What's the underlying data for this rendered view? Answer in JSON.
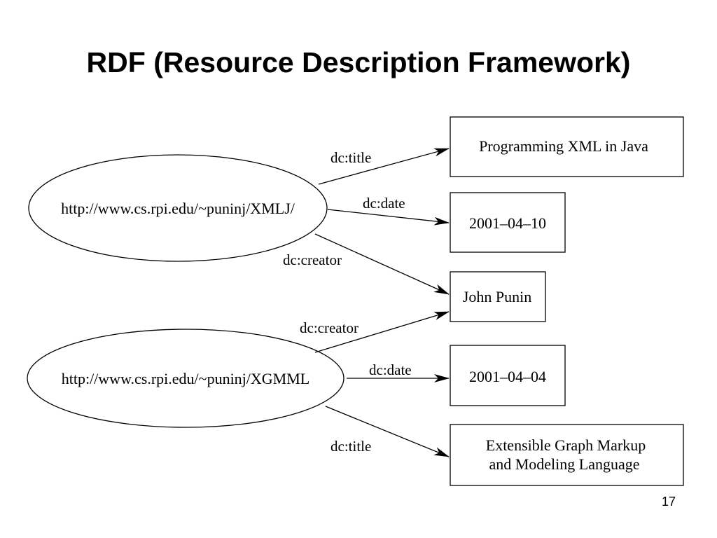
{
  "slide": {
    "title": "RDF (Resource Description Framework)",
    "page_number": "17"
  },
  "resources": [
    {
      "uri": "http://www.cs.rpi.edu/~puninj/XMLJ/"
    },
    {
      "uri": "http://www.cs.rpi.edu/~puninj/XGMML"
    }
  ],
  "values": [
    {
      "lines": [
        "Programming XML in Java"
      ]
    },
    {
      "lines": [
        "2001–04–10"
      ]
    },
    {
      "lines": [
        "John Punin"
      ]
    },
    {
      "lines": [
        "2001–04–04"
      ]
    },
    {
      "lines": [
        "Extensible Graph Markup",
        "and Modeling Language"
      ]
    }
  ],
  "properties": [
    {
      "label": "dc:title",
      "from": 0,
      "to": 0
    },
    {
      "label": "dc:date",
      "from": 0,
      "to": 1
    },
    {
      "label": "dc:creator",
      "from": 0,
      "to": 2
    },
    {
      "label": "dc:creator",
      "from": 1,
      "to": 2
    },
    {
      "label": "dc:date",
      "from": 1,
      "to": 3
    },
    {
      "label": "dc:title",
      "from": 1,
      "to": 4
    }
  ]
}
